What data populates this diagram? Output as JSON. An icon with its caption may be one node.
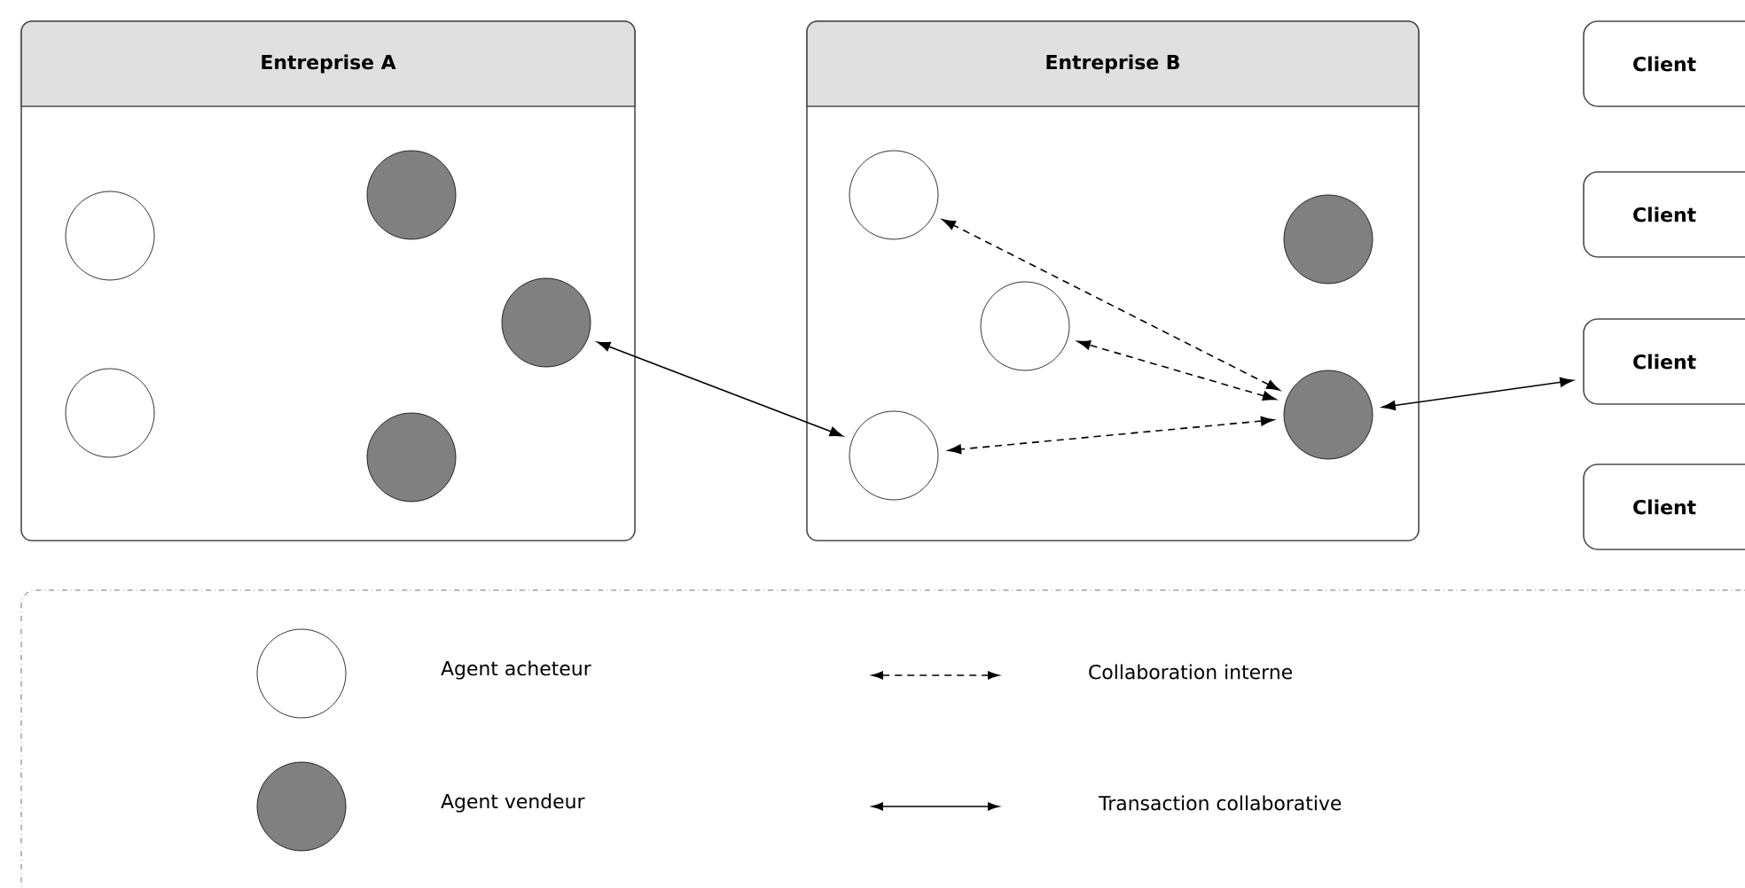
{
  "diagram": {
    "nodes": [
      {
        "text": [
          "Entreprise A"
        ]
      },
      {
        "text": [],
        "shape": "circle",
        "in": 0
      },
      {
        "text": [],
        "shape": "circle",
        "in": 0
      },
      {
        "text": [],
        "shape": "circle",
        "in": 0
      },
      {
        "text": [],
        "shape": "circle",
        "in": 0
      },
      {
        "text": [],
        "shape": "circle",
        "in": 0
      },
      {
        "text": [
          "Entreprise B"
        ]
      },
      {
        "text": [],
        "shape": "circle",
        "in": 6
      },
      {
        "text": [],
        "shape": "circle",
        "in": 6
      },
      {
        "text": [],
        "shape": "circle",
        "in": 6
      },
      {
        "text": [],
        "shape": "circle",
        "in": 6
      },
      {
        "text": [],
        "shape": "circle",
        "in": 6
      },
      {
        "text": [
          "Client"
        ]
      },
      {
        "text": [
          "Client"
        ]
      },
      {
        "text": [
          "Client"
        ]
      },
      {
        "text": [
          "Client"
        ]
      }
    ],
    "edges": [
      {
        "from": 5,
        "to": 8,
        "arrow": "both"
      },
      {
        "from": 11,
        "to": 7,
        "arrow": "both",
        "style": "dashed"
      },
      {
        "from": 11,
        "to": 9,
        "arrow": "both",
        "style": "dashed"
      },
      {
        "from": 11,
        "to": 8,
        "arrow": "both",
        "style": "dashed"
      },
      {
        "from": 11,
        "to": 14,
        "arrow": "both"
      }
    ],
    "legend": [
      {
        "text": "Agent acheteur"
      },
      {
        "text": "Agent vendeur"
      },
      {
        "text": "Collaboration interne"
      },
      {
        "text": "Transaction collaborative"
      }
    ]
  }
}
